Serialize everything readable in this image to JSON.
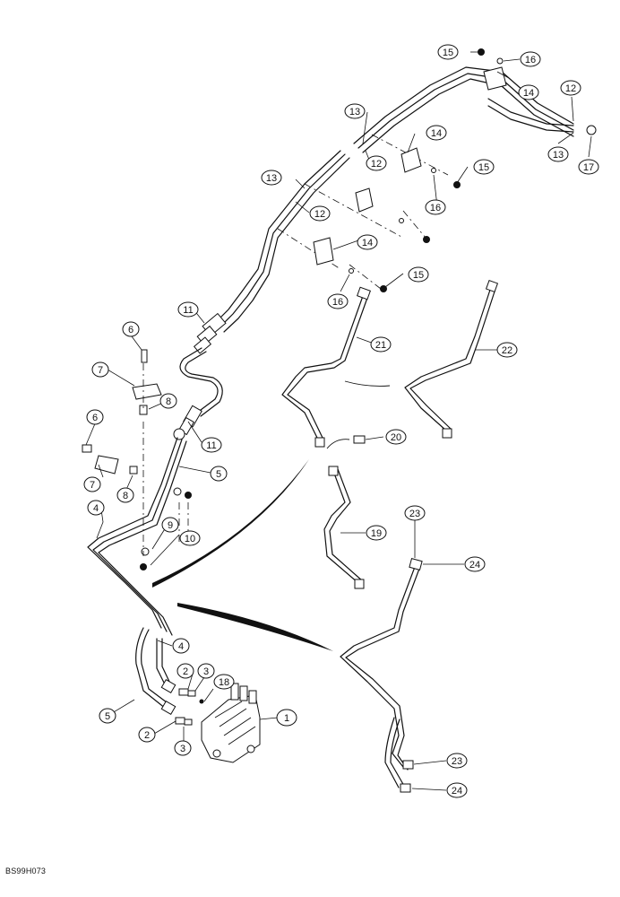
{
  "figure_code": "BS99H073",
  "callouts": [
    {
      "id": "c1",
      "label": "1"
    },
    {
      "id": "c2a",
      "label": "2"
    },
    {
      "id": "c2b",
      "label": "2"
    },
    {
      "id": "c3a",
      "label": "3"
    },
    {
      "id": "c3b",
      "label": "3"
    },
    {
      "id": "c4a",
      "label": "4"
    },
    {
      "id": "c4b",
      "label": "4"
    },
    {
      "id": "c5a",
      "label": "5"
    },
    {
      "id": "c5b",
      "label": "5"
    },
    {
      "id": "c6a",
      "label": "6"
    },
    {
      "id": "c6b",
      "label": "6"
    },
    {
      "id": "c7a",
      "label": "7"
    },
    {
      "id": "c7b",
      "label": "7"
    },
    {
      "id": "c8a",
      "label": "8"
    },
    {
      "id": "c8b",
      "label": "8"
    },
    {
      "id": "c9",
      "label": "9"
    },
    {
      "id": "c10",
      "label": "10"
    },
    {
      "id": "c11a",
      "label": "11"
    },
    {
      "id": "c11b",
      "label": "11"
    },
    {
      "id": "c12a",
      "label": "12"
    },
    {
      "id": "c12b",
      "label": "12"
    },
    {
      "id": "c12c",
      "label": "12"
    },
    {
      "id": "c13a",
      "label": "13"
    },
    {
      "id": "c13b",
      "label": "13"
    },
    {
      "id": "c13c",
      "label": "13"
    },
    {
      "id": "c14a",
      "label": "14"
    },
    {
      "id": "c14b",
      "label": "14"
    },
    {
      "id": "c14c",
      "label": "14"
    },
    {
      "id": "c15a",
      "label": "15"
    },
    {
      "id": "c15b",
      "label": "15"
    },
    {
      "id": "c15c",
      "label": "15"
    },
    {
      "id": "c16a",
      "label": "16"
    },
    {
      "id": "c16b",
      "label": "16"
    },
    {
      "id": "c16c",
      "label": "16"
    },
    {
      "id": "c17",
      "label": "17"
    },
    {
      "id": "c18",
      "label": "18"
    },
    {
      "id": "c19",
      "label": "19"
    },
    {
      "id": "c20",
      "label": "20"
    },
    {
      "id": "c21",
      "label": "21"
    },
    {
      "id": "c22",
      "label": "22"
    },
    {
      "id": "c23a",
      "label": "23"
    },
    {
      "id": "c23b",
      "label": "23"
    },
    {
      "id": "c24a",
      "label": "24"
    },
    {
      "id": "c24b",
      "label": "24"
    }
  ]
}
